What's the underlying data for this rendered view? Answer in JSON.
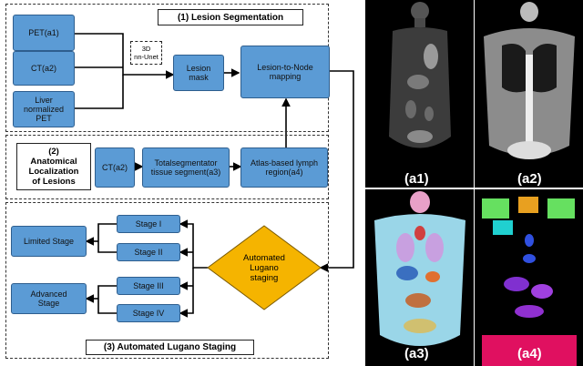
{
  "section1": {
    "title": "(1) Lesion Segmentation"
  },
  "section2": {
    "title": "(2)\nAnatomical\nLocalization\nof Lesions"
  },
  "section3": {
    "title": "(3) Automated Lugano Staging"
  },
  "nodes": {
    "pet": "PET(a1)",
    "ct_top": "CT(a2)",
    "liver_pet": "Liver\nnormalized\nPET",
    "nnunet": "3D\nnn-Unet",
    "lesion_mask": "Lesion\nmask",
    "lesion_to_node": "Lesion-to-Node\nmapping",
    "ct_mid": "CT(a2)",
    "totalseg": "Totalsegmentator\ntissue segment(a3)",
    "atlas": "Atlas-based lymph\nregion(a4)",
    "stage1": "Stage I",
    "stage2": "Stage II",
    "stage3": "Stage III",
    "stage4": "Stage IV",
    "limited": "Limited Stage",
    "advanced": "Advanced\nStage",
    "lugano": "Automated\nLugano\nstaging"
  },
  "panels": {
    "a1": "(a1)",
    "a2": "(a2)",
    "a3": "(a3)",
    "a4": "(a4)"
  },
  "colors": {
    "box": "#5b9bd5",
    "diamond": "#f5b400",
    "panel_bg": "#000000"
  }
}
